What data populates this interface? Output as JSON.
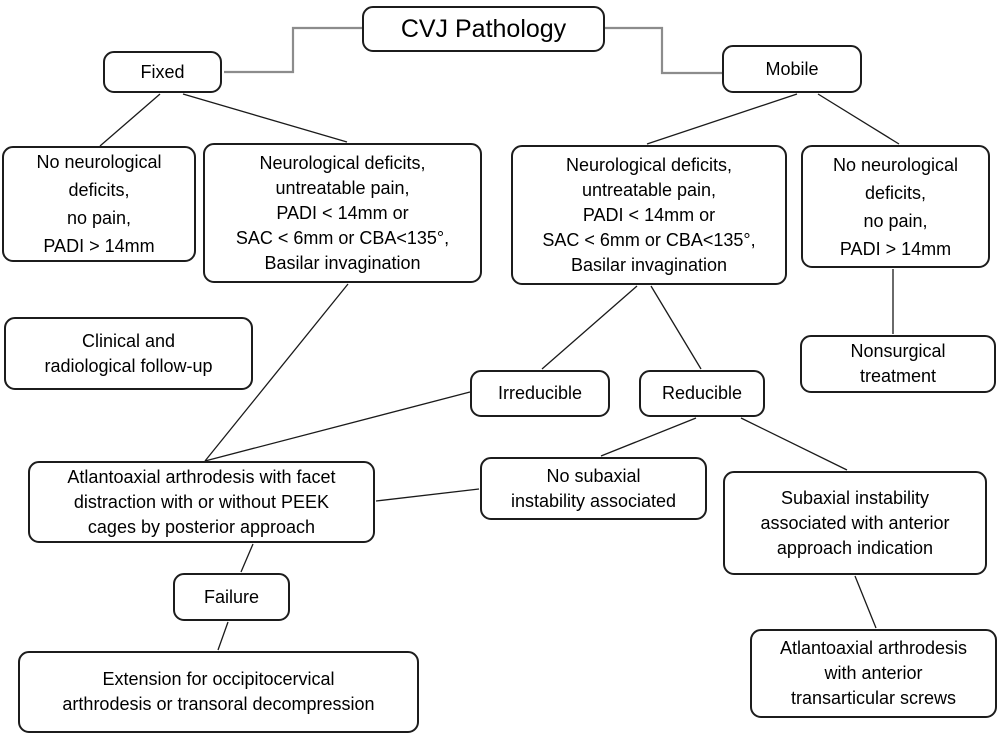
{
  "diagram_title": "CVJ Pathology",
  "nodes": {
    "title": {
      "label": "CVJ Pathology"
    },
    "fixed": {
      "label": "Fixed"
    },
    "mobile": {
      "label": "Mobile"
    },
    "no_neuro_fixed": {
      "label": "No neurological\ndeficits,\nno pain,\nPADI > 14mm"
    },
    "neuro_fixed": {
      "label": "Neurological deficits,\nuntreatable pain,\nPADI < 14mm or\nSAC < 6mm or CBA<135°,\nBasilar invagination"
    },
    "neuro_mobile": {
      "label": "Neurological deficits,\nuntreatable pain,\nPADI < 14mm or\nSAC < 6mm or CBA<135°,\nBasilar invagination"
    },
    "no_neuro_mobile": {
      "label": "No neurological\ndeficits,\nno pain,\nPADI > 14mm"
    },
    "clinical_followup": {
      "label": "Clinical and\nradiological follow-up"
    },
    "irreducible": {
      "label": "Irreducible"
    },
    "reducible": {
      "label": "Reducible"
    },
    "nonsurgical": {
      "label": "Nonsurgical\ntreatment"
    },
    "atlantoaxial_posterior": {
      "label": "Atlantoaxial arthrodesis with facet\ndistraction with or without PEEK\ncages by posterior approach"
    },
    "no_subaxial": {
      "label": "No subaxial\ninstability associated"
    },
    "subaxial": {
      "label": "Subaxial instability\nassociated with anterior\napproach indication"
    },
    "failure": {
      "label": "Failure"
    },
    "extension": {
      "label": "Extension for occipitocervical\narthrodesis or transoral decompression"
    },
    "atlantoaxial_anterior": {
      "label": "Atlantoaxial arthrodesis\nwith anterior\ntransarticular screws"
    }
  },
  "edges": [
    {
      "from": "title",
      "to": "fixed"
    },
    {
      "from": "title",
      "to": "mobile"
    },
    {
      "from": "fixed",
      "to": "no_neuro_fixed"
    },
    {
      "from": "fixed",
      "to": "neuro_fixed"
    },
    {
      "from": "mobile",
      "to": "neuro_mobile"
    },
    {
      "from": "mobile",
      "to": "no_neuro_mobile"
    },
    {
      "from": "no_neuro_mobile",
      "to": "nonsurgical"
    },
    {
      "from": "neuro_fixed",
      "to": "atlantoaxial_posterior"
    },
    {
      "from": "neuro_mobile",
      "to": "irreducible"
    },
    {
      "from": "neuro_mobile",
      "to": "reducible"
    },
    {
      "from": "irreducible",
      "to": "atlantoaxial_posterior"
    },
    {
      "from": "reducible",
      "to": "no_subaxial"
    },
    {
      "from": "reducible",
      "to": "subaxial"
    },
    {
      "from": "no_subaxial",
      "to": "atlantoaxial_posterior"
    },
    {
      "from": "subaxial",
      "to": "atlantoaxial_anterior"
    },
    {
      "from": "atlantoaxial_posterior",
      "to": "failure"
    },
    {
      "from": "failure",
      "to": "extension"
    }
  ],
  "colors": {
    "background": "#ffffff",
    "box_border": "#1c1c1c",
    "text": "#000000",
    "elbow_connector": "#8c8c8c",
    "line": "#1a1a1a"
  }
}
